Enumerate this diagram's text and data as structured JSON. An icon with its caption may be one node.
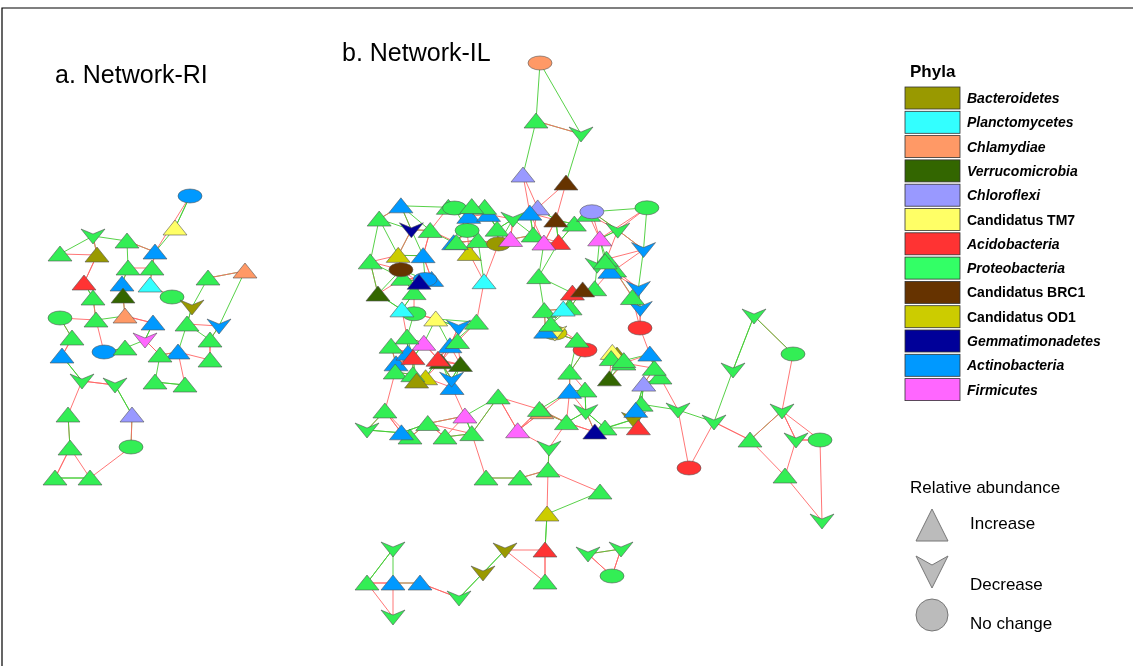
{
  "diagram": {
    "labels": [
      "a. Network-RI",
      "b. Network-IL",
      "Phyla",
      "Relative abundance"
    ],
    "legend": [
      {
        "text": "Bacteroidetes",
        "color": "#999900"
      },
      {
        "text": "Planctomycetes",
        "color": "#33ffff"
      },
      {
        "text": "Chlamydiae",
        "color": "#ff9966"
      },
      {
        "text": "Verrucomicrobia",
        "color": "#336600"
      },
      {
        "text": "Chloroflexi",
        "color": "#9999ff"
      },
      {
        "text": "Candidatus TM7",
        "color": "#ffff66"
      },
      {
        "text": "Acidobacteria",
        "color": "#ff3333"
      },
      {
        "text": "Proteobacteria",
        "color": "#33ff66"
      },
      {
        "text": "Candidatus BRC1",
        "color": "#663300"
      },
      {
        "text": "Candidatus OD1",
        "color": "#cccc00"
      },
      {
        "text": "Gemmatimonadetes",
        "color": "#000099"
      },
      {
        "text": "Actinobacteria",
        "color": "#0099ff"
      },
      {
        "text": "Firmicutes",
        "color": "#ff66ff"
      },
      {
        "text": "Increase"
      },
      {
        "text": "Decrease"
      },
      {
        "text": "No change"
      }
    ]
  }
}
